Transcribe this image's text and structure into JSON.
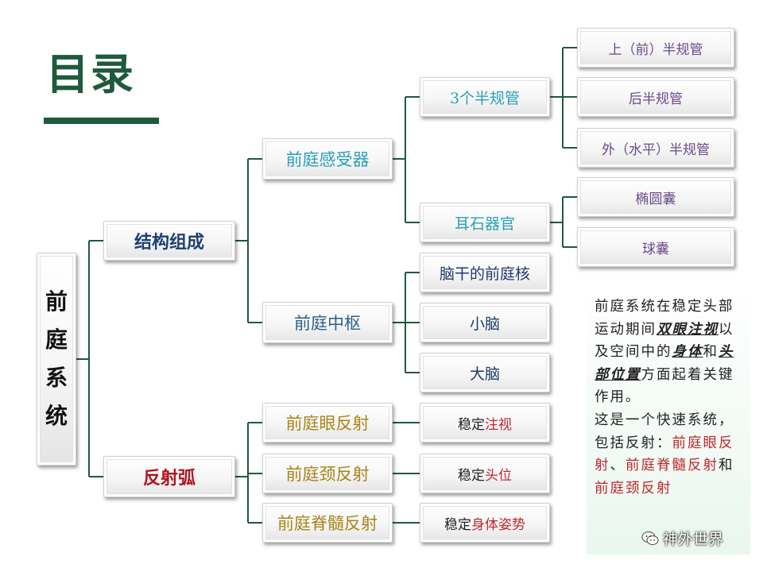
{
  "title": "目录",
  "root": {
    "chars": [
      "前",
      "庭",
      "系",
      "统"
    ]
  },
  "level1": {
    "structure": "结构组成",
    "reflex": "反射弧"
  },
  "structure": {
    "receptor": "前庭感受器",
    "center": "前庭中枢",
    "canals": {
      "label": "3个半规管",
      "items": [
        "上（前）半规管",
        "后半规管",
        "外（水平）半规管"
      ]
    },
    "otolith": {
      "label": "耳石器官",
      "items": [
        "椭圆囊",
        "球囊"
      ]
    },
    "center_items": [
      "脑干的前庭核",
      "小脑",
      "大脑"
    ]
  },
  "reflex": {
    "items": [
      {
        "name": "前庭眼反射",
        "prefix": "稳定",
        "target": "注视"
      },
      {
        "name": "前庭颈反射",
        "prefix": "稳定",
        "target": "头位"
      },
      {
        "name": "前庭脊髓反射",
        "prefix": "稳定",
        "target": "身体姿势"
      }
    ]
  },
  "note": {
    "t1": "前庭系统在稳定头部运动期间",
    "e1": "双眼注视",
    "t2": "以及空间中的",
    "e2": "身体",
    "t3": "和",
    "e3": "头部位置",
    "t4": "方面起着关键作用。",
    "t5": "这是一个快速系统，包括反射：",
    "r1": "前庭眼反射",
    "t6": "、",
    "r2": "前庭脊髓反射",
    "t7": "和",
    "r3": "前庭颈反射"
  },
  "watermark": {
    "text": "神外世界"
  },
  "colors": {
    "title": "#1e5a3c",
    "connector": "#1e5a3c",
    "red": "#c0272d",
    "purple": "#6a4a8a"
  }
}
